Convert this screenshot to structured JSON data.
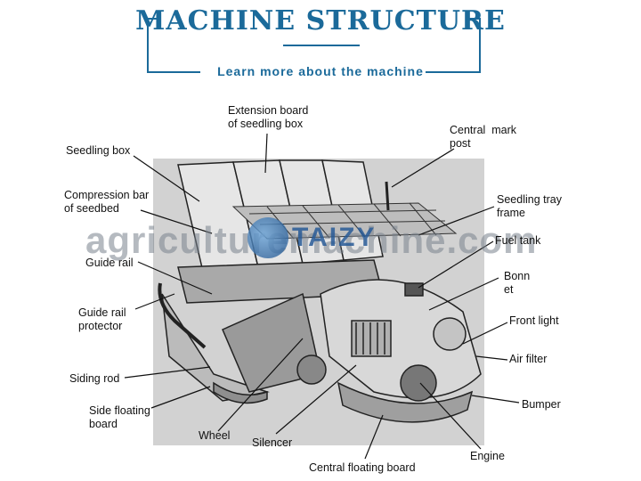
{
  "header": {
    "title": "MACHINE STRUCTURE",
    "subtitle": "Learn more about the machine"
  },
  "watermark": {
    "text": "agriculturemachine.com",
    "logo": "TAIZY"
  },
  "labels": {
    "extension_board": "Extension board\nof seedling box",
    "central_mark_post": "Central  mark\npost",
    "seedling_box": "Seedling box",
    "compression_bar": "Compression bar\nof seedbed",
    "seedling_tray_frame": "Seedling tray\nframe",
    "fuel_tank": "Fuel tank",
    "guide_rail": "Guide rail",
    "bonnet": "Bonn\net",
    "guide_rail_protector": "Guide rail\nprotector",
    "front_light": "Front light",
    "air_filter": "Air filter",
    "siding_rod": "Siding rod",
    "bumper": "Bumper",
    "side_floating_board": "Side floating\nboard",
    "wheel": "Wheel",
    "silencer": "Silencer",
    "engine": "Engine",
    "central_floating_board": "Central floating board"
  },
  "colors": {
    "accent": "#1b6a9a",
    "photo_bg": "#cfcfcf",
    "line": "#111111"
  }
}
